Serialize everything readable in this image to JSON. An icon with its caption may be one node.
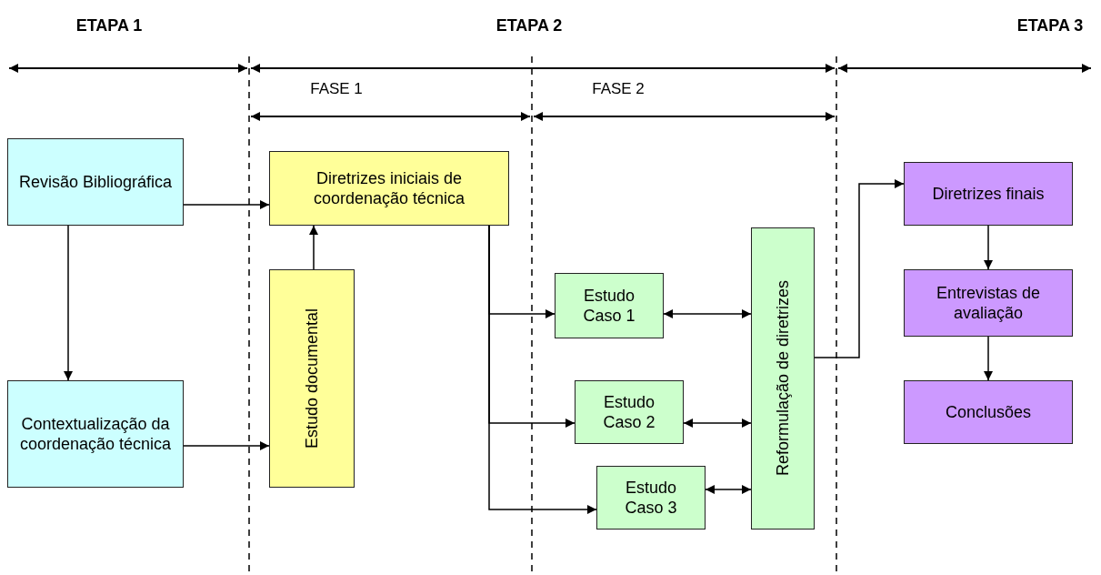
{
  "diagram": {
    "nodes": [
      {
        "text": [
          "Revisão Bibliográfica"
        ]
      },
      {
        "text": [
          "Contextualização da coordenação técnica"
        ]
      },
      {
        "text": [
          "Diretrizes iniciais de coordenação técnica"
        ]
      },
      {
        "text": [
          "Estudo documental"
        ]
      },
      {
        "text": [
          "Estudo Caso 1"
        ]
      },
      {
        "text": [
          "Estudo Caso 2"
        ]
      },
      {
        "text": [
          "Estudo Caso 3"
        ]
      },
      {
        "text": [
          "Reformulação de diretrizes"
        ]
      },
      {
        "text": [
          "Diretrizes finais"
        ]
      },
      {
        "text": [
          "Entrevistas de avaliação"
        ]
      },
      {
        "text": [
          "Conclusões"
        ]
      }
    ],
    "edges": [
      {
        "from": 0,
        "to": 2,
        "arrow": "to"
      },
      {
        "from": 0,
        "to": 1,
        "arrow": "to"
      },
      {
        "from": 1,
        "to": 3,
        "arrow": "to"
      },
      {
        "from": 3,
        "to": 2,
        "arrow": "to"
      },
      {
        "from": 2,
        "to": 4,
        "arrow": "to"
      },
      {
        "from": 2,
        "to": 5,
        "arrow": "to"
      },
      {
        "from": 2,
        "to": 6,
        "arrow": "to"
      },
      {
        "from": 4,
        "to": 7,
        "arrow": "both"
      },
      {
        "from": 5,
        "to": 7,
        "arrow": "both"
      },
      {
        "from": 6,
        "to": 7,
        "arrow": "both"
      },
      {
        "from": 7,
        "to": 8,
        "arrow": "to"
      },
      {
        "from": 8,
        "to": 9,
        "arrow": "to"
      },
      {
        "from": 9,
        "to": 10,
        "arrow": "to"
      }
    ],
    "labels": [
      "ETAPA 1",
      "ETAPA 2",
      "ETAPA 3",
      "FASE 1",
      "FASE 2"
    ]
  }
}
